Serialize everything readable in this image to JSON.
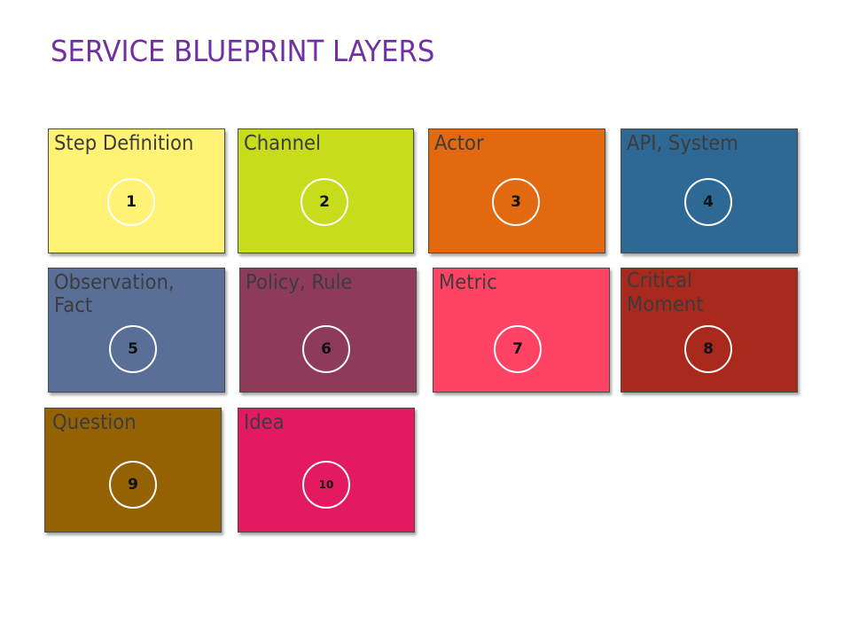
{
  "title": "SERVICE BLUEPRINT LAYERS",
  "cards": [
    {
      "label": "Step Definition",
      "number": "1",
      "color": "#fff275"
    },
    {
      "label": "Channel",
      "number": "2",
      "color": "#c6dc1c"
    },
    {
      "label": "Actor",
      "number": "3",
      "color": "#e26910"
    },
    {
      "label": "API, System",
      "number": "4",
      "color": "#2e6996"
    },
    {
      "label": "Observation,\nFact",
      "number": "5",
      "color": "#596f97"
    },
    {
      "label": "Policy,  Rule",
      "number": "6",
      "color": "#8e3b5b"
    },
    {
      "label": "Metric",
      "number": "7",
      "color": "#ff4364"
    },
    {
      "label": "Critical\nMoment",
      "number": "8",
      "color": "#a9291d"
    },
    {
      "label": "Question",
      "number": "9",
      "color": "#956203"
    },
    {
      "label": "Idea",
      "number": "10",
      "color": "#e31a61"
    }
  ]
}
